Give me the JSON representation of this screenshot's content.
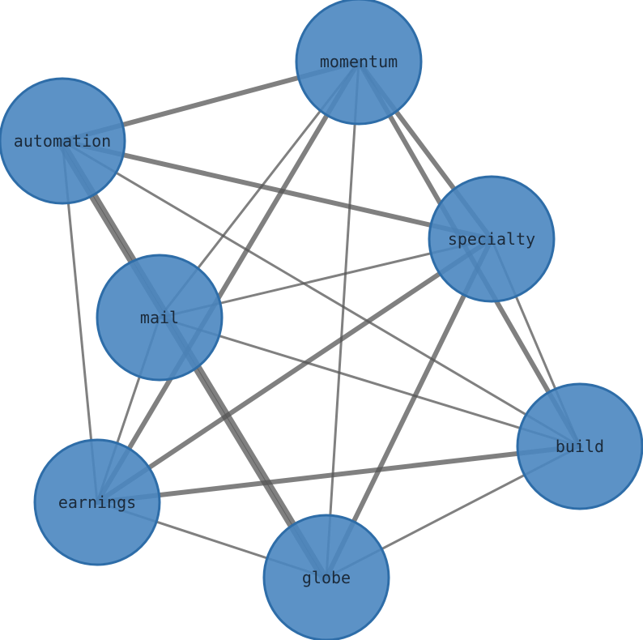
{
  "nodes": [
    {
      "id": "momentum",
      "label": "momentum"
    },
    {
      "id": "automation",
      "label": "automation"
    },
    {
      "id": "specialty",
      "label": "specialty"
    },
    {
      "id": "mail",
      "label": "mail"
    },
    {
      "id": "build",
      "label": "build"
    },
    {
      "id": "earnings",
      "label": "earnings"
    },
    {
      "id": "globe",
      "label": "globe"
    }
  ],
  "edges": [
    {
      "source": "momentum",
      "target": "automation",
      "weight": "thick"
    },
    {
      "source": "momentum",
      "target": "specialty",
      "weight": "thick"
    },
    {
      "source": "momentum",
      "target": "build",
      "weight": "thick"
    },
    {
      "source": "momentum",
      "target": "mail",
      "weight": "thin"
    },
    {
      "source": "momentum",
      "target": "earnings",
      "weight": "thick"
    },
    {
      "source": "momentum",
      "target": "globe",
      "weight": "thin"
    },
    {
      "source": "automation",
      "target": "specialty",
      "weight": "thick"
    },
    {
      "source": "automation",
      "target": "build",
      "weight": "thin"
    },
    {
      "source": "automation",
      "target": "earnings",
      "weight": "thin"
    },
    {
      "source": "automation",
      "target": "globe",
      "weight": "thick"
    },
    {
      "source": "automation",
      "target": "globe",
      "weight": "thick"
    },
    {
      "source": "specialty",
      "target": "mail",
      "weight": "thin"
    },
    {
      "source": "specialty",
      "target": "build",
      "weight": "thin"
    },
    {
      "source": "specialty",
      "target": "earnings",
      "weight": "thick"
    },
    {
      "source": "specialty",
      "target": "globe",
      "weight": "thick"
    },
    {
      "source": "mail",
      "target": "build",
      "weight": "thin"
    },
    {
      "source": "mail",
      "target": "earnings",
      "weight": "thin"
    },
    {
      "source": "build",
      "target": "earnings",
      "weight": "thick"
    },
    {
      "source": "build",
      "target": "globe",
      "weight": "thin"
    },
    {
      "source": "earnings",
      "target": "globe",
      "weight": "thin"
    }
  ]
}
